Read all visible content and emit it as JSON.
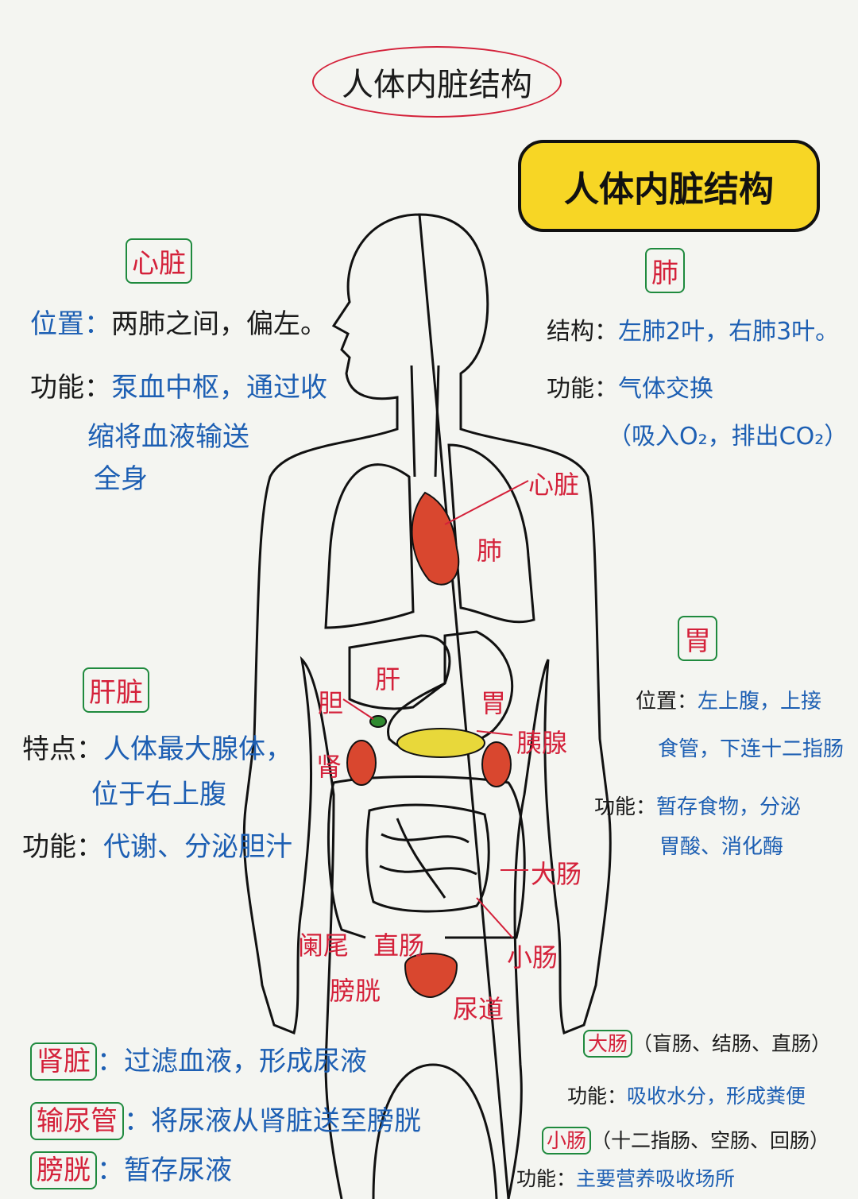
{
  "title": "人体内脏结构",
  "badge": "人体内脏结构",
  "colors": {
    "heading_box": "#1f8a3e",
    "heading_text": "#d4213a",
    "body_text": "#1d5fb3",
    "bubble": "#f7d625",
    "organ": "#d9472f",
    "pancreas": "#e8d83a",
    "gallbladder": "#2f8a2f"
  },
  "heart": {
    "heading": "心脏",
    "pos_label": "位置：",
    "pos": "两肺之间，偏左。",
    "func_label": "功能：",
    "func_1": "泵血中枢，通过收",
    "func_2": "缩将血液输送",
    "func_3": "全身"
  },
  "lung": {
    "heading": "肺",
    "struct_label": "结构：",
    "struct": "左肺2叶，右肺3叶。",
    "func_label": "功能：",
    "func": "气体交换",
    "func_2": "（吸入O₂，排出CO₂）"
  },
  "liver": {
    "heading": "肝脏",
    "feat_label": "特点：",
    "feat_1": "人体最大腺体，",
    "feat_2": "位于右上腹",
    "func_label": "功能：",
    "func": "代谢、分泌胆汁"
  },
  "stomach": {
    "heading": "胃",
    "pos_label": "位置：",
    "pos_1": "左上腹，上接",
    "pos_2": "食管，下连十二指肠",
    "func_label": "功能：",
    "func_1": "暂存食物，分泌",
    "func_2": "胃酸、消化酶"
  },
  "diagram_labels": {
    "heart": "心脏",
    "lung": "肺",
    "liver": "肝",
    "gallbladder": "胆",
    "stomach": "胃",
    "pancreas": "胰腺",
    "kidney": "肾",
    "large_intestine": "大肠",
    "appendix": "阑尾",
    "rectum": "直肠",
    "small_intestine": "小肠",
    "bladder": "膀胱",
    "urethra": "尿道"
  },
  "urinary": [
    {
      "heading": "肾脏",
      "text": "：过滤血液，形成尿液"
    },
    {
      "heading": "输尿管",
      "text": "：将尿液从肾脏送至膀胱"
    },
    {
      "heading": "膀胱",
      "text": "：暂存尿液"
    }
  ],
  "large_intestine": {
    "heading": "大肠",
    "parts": "（盲肠、结肠、直肠）",
    "func_label": "功能：",
    "func": "吸收水分，形成粪便"
  },
  "small_intestine": {
    "heading": "小肠",
    "parts": "（十二指肠、空肠、回肠）",
    "func_label": "功能：",
    "func": "主要营养吸收场所"
  }
}
